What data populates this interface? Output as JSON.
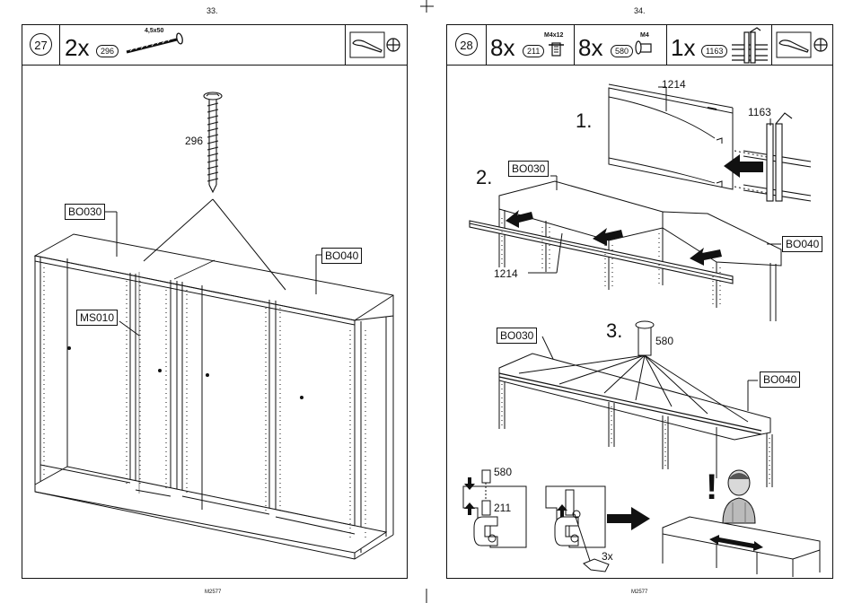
{
  "pages": [
    {
      "page_number": "33.",
      "footer_code": "M2577",
      "step": "27",
      "parts": [
        {
          "qty": "2x",
          "part_id": "296",
          "spec": "4,5x50"
        }
      ],
      "tool": "phillips-screwdriver",
      "callouts": {
        "screw": "296",
        "top_left_panel": "BO030",
        "top_right_panel": "BO040",
        "middle_panel": "MS010"
      }
    },
    {
      "page_number": "34.",
      "footer_code": "M2577",
      "step": "28",
      "parts": [
        {
          "qty": "8x",
          "part_id": "211",
          "spec": "M4x12"
        },
        {
          "qty": "8x",
          "part_id": "580",
          "spec": "M4"
        },
        {
          "qty": "1x",
          "part_id": "1163",
          "spec": ""
        }
      ],
      "tool": "phillips-screwdriver",
      "substeps": {
        "s1": {
          "number": "1.",
          "rail": "1214",
          "bracket": "1163"
        },
        "s2": {
          "number": "2.",
          "left_panel": "BO030",
          "right_panel": "BO040",
          "rail": "1214"
        },
        "s3": {
          "number": "3.",
          "left_panel": "BO030",
          "right_panel": "BO040",
          "part": "580"
        }
      },
      "details": {
        "nut": "580",
        "bolt": "211",
        "screwdriver_qty": "3x"
      },
      "warning_symbol": "!"
    }
  ]
}
